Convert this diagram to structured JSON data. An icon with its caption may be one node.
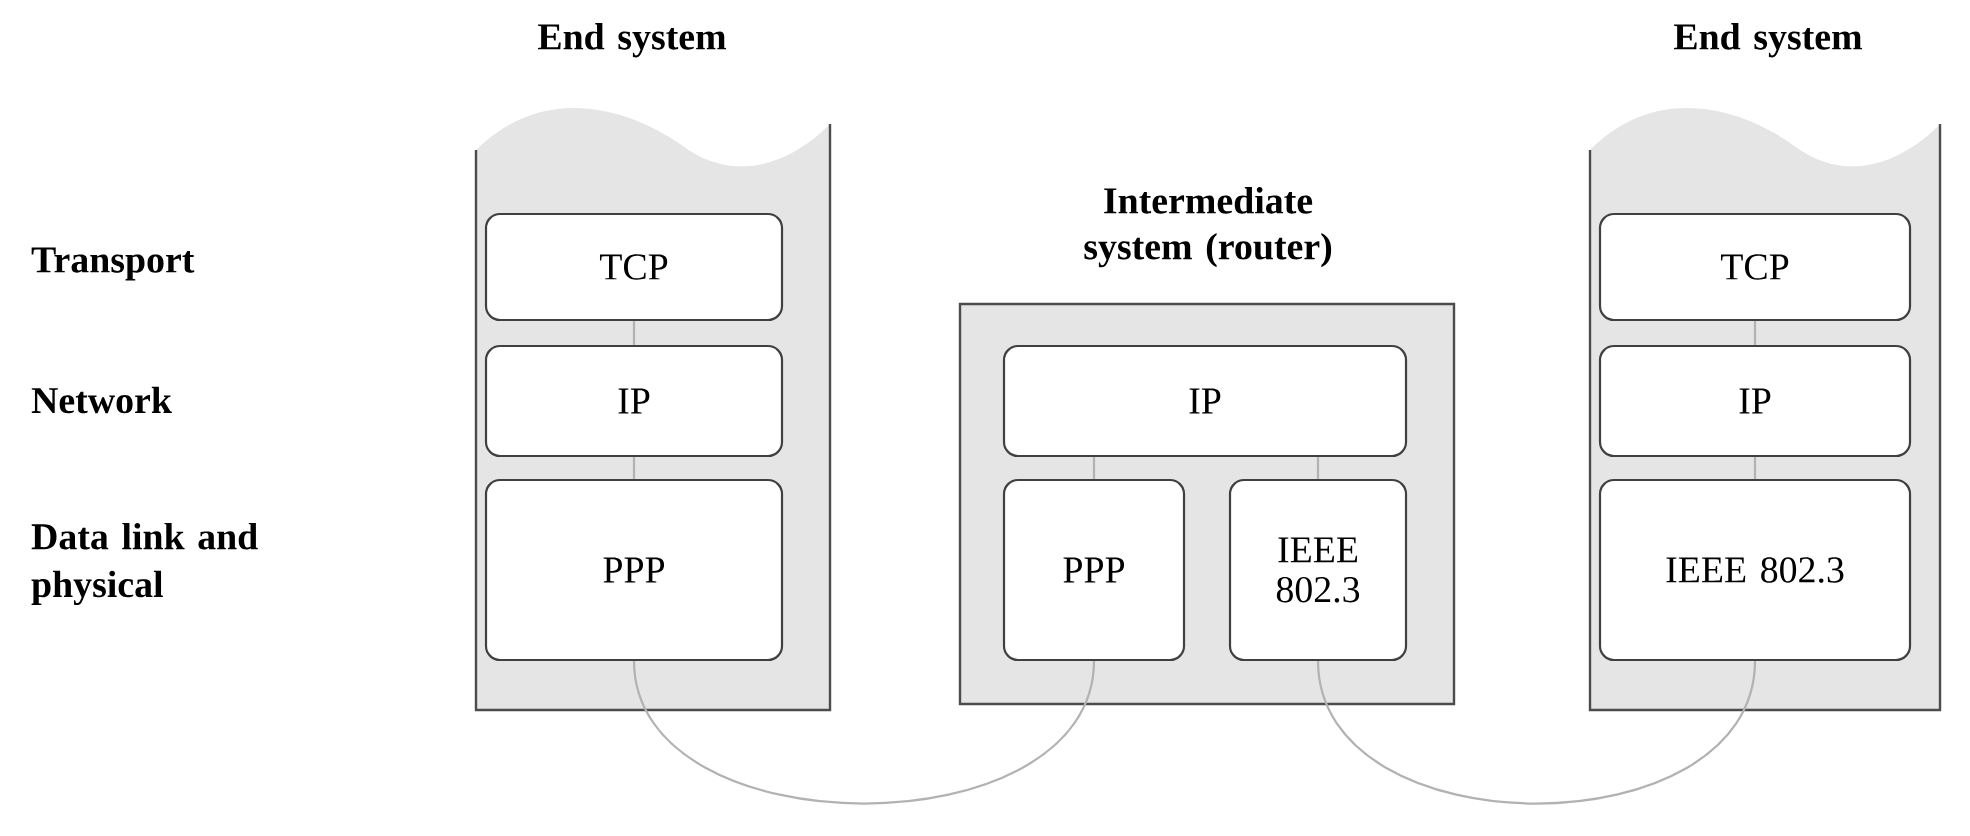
{
  "diagram": {
    "nodes": [
      {
        "text": [
          "End system"
        ]
      },
      {
        "text": [
          "TCP"
        ],
        "in": 0
      },
      {
        "text": [
          "IP"
        ],
        "in": 0
      },
      {
        "text": [
          "PPP"
        ],
        "in": 0
      },
      {
        "text": [
          "Intermediate system (router)"
        ]
      },
      {
        "text": [
          "IP"
        ],
        "in": 4
      },
      {
        "text": [
          "PPP"
        ],
        "in": 4
      },
      {
        "text": [
          "IEEE 802.3"
        ],
        "in": 4
      },
      {
        "text": [
          "End system"
        ]
      },
      {
        "text": [
          "TCP"
        ],
        "in": 8
      },
      {
        "text": [
          "IP"
        ],
        "in": 8
      },
      {
        "text": [
          "IEEE 802.3"
        ],
        "in": 8
      }
    ],
    "edges": [
      {
        "from": 1,
        "to": 2,
        "arrow": "none"
      },
      {
        "from": 2,
        "to": 3,
        "arrow": "none"
      },
      {
        "from": 3,
        "to": 6,
        "arrow": "none"
      },
      {
        "from": 6,
        "to": 5,
        "arrow": "none"
      },
      {
        "from": 5,
        "to": 7,
        "arrow": "none"
      },
      {
        "from": 7,
        "to": 11,
        "arrow": "none"
      },
      {
        "from": 11,
        "to": 10,
        "arrow": "none"
      },
      {
        "from": 10,
        "to": 9,
        "arrow": "none"
      }
    ],
    "labels": [
      "Transport",
      "Network",
      "Data link and physical"
    ]
  }
}
